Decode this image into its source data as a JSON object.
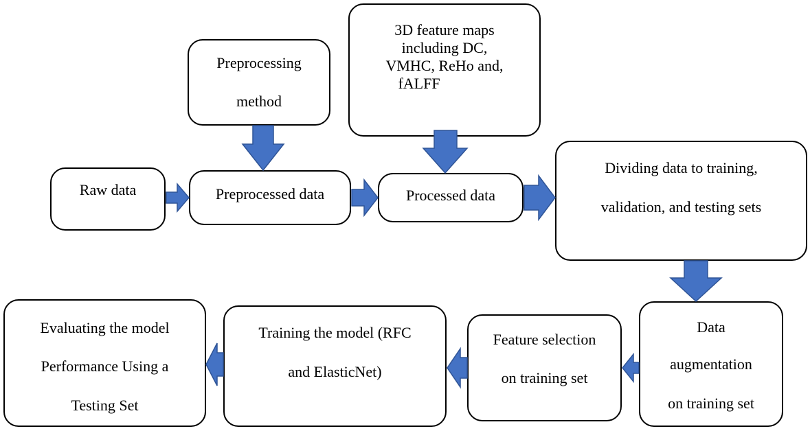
{
  "nodes": {
    "raw_data": {
      "lines": [
        "Raw data"
      ]
    },
    "preprocessing_method": {
      "lines": [
        "Preprocessing",
        "method"
      ]
    },
    "preprocessed_data": {
      "lines": [
        "Preprocessed data"
      ]
    },
    "feature_maps": {
      "lines": [
        "3D feature maps",
        "including DC,",
        "VMHC, ReHo and,",
        "fALFF"
      ]
    },
    "processed_data": {
      "lines": [
        "Processed data"
      ]
    },
    "dividing_data": {
      "lines": [
        "Dividing data to training,",
        "validation, and testing sets"
      ]
    },
    "data_augmentation": {
      "lines": [
        "Data",
        "augmentation",
        "on training set"
      ]
    },
    "feature_selection": {
      "lines": [
        "Feature selection",
        "on training set"
      ]
    },
    "training_model": {
      "lines": [
        "Training the model (RFC",
        "and ElasticNet)"
      ]
    },
    "evaluating_model": {
      "lines": [
        "Evaluating the model",
        "Performance Using a",
        "Testing Set"
      ]
    }
  },
  "edges": [
    {
      "from": "raw_data",
      "to": "preprocessed_data"
    },
    {
      "from": "preprocessing_method",
      "to": "preprocessed_data"
    },
    {
      "from": "preprocessed_data",
      "to": "processed_data"
    },
    {
      "from": "feature_maps",
      "to": "processed_data"
    },
    {
      "from": "processed_data",
      "to": "dividing_data"
    },
    {
      "from": "dividing_data",
      "to": "data_augmentation"
    },
    {
      "from": "data_augmentation",
      "to": "feature_selection"
    },
    {
      "from": "feature_selection",
      "to": "training_model"
    },
    {
      "from": "training_model",
      "to": "evaluating_model"
    }
  ],
  "colors": {
    "arrow_fill": "#4472c4",
    "arrow_stroke": "#2f5496",
    "box_border": "#000000"
  }
}
